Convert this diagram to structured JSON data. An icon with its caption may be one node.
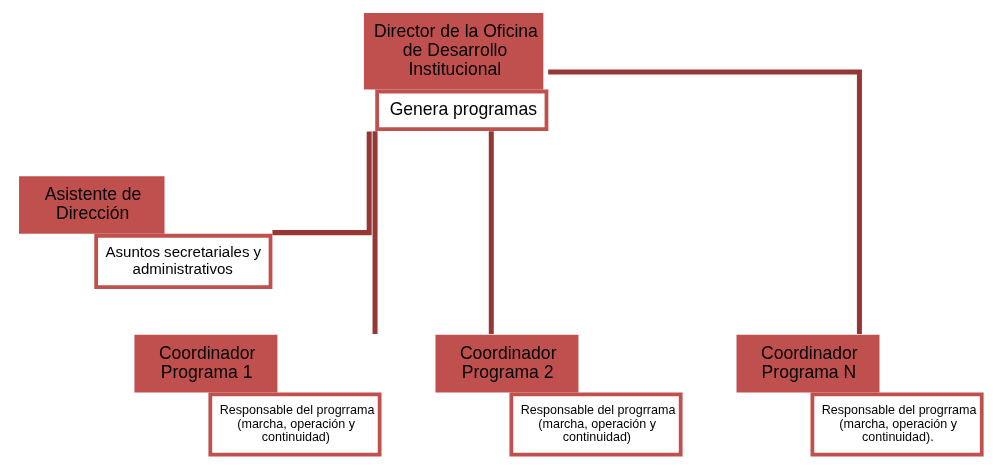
{
  "diagram": {
    "nodes": [
      {
        "text": [
          "Director de la Oficina de Desarrollo Institucional",
          "Genera programas"
        ]
      },
      {
        "text": [
          "Asistente de Dirección",
          "Asuntos secretariales y administrativos"
        ]
      },
      {
        "text": [
          "Coordinador Programa 1",
          "Responsable del progrrama (marcha, operación y continuidad)"
        ]
      },
      {
        "text": [
          "Coordinador Programa 2",
          "Responsable del progrrama (marcha, operación y continuidad)"
        ]
      },
      {
        "text": [
          "Coordinador Programa N",
          "Responsable del progrrama (marcha, operación y continuidad)."
        ]
      }
    ],
    "edges": [
      {
        "from": 0,
        "to": 1,
        "arrow": "none"
      },
      {
        "from": 0,
        "to": 2,
        "arrow": "none"
      },
      {
        "from": 0,
        "to": 3,
        "arrow": "none"
      },
      {
        "from": 0,
        "to": 4,
        "arrow": "none"
      }
    ]
  }
}
